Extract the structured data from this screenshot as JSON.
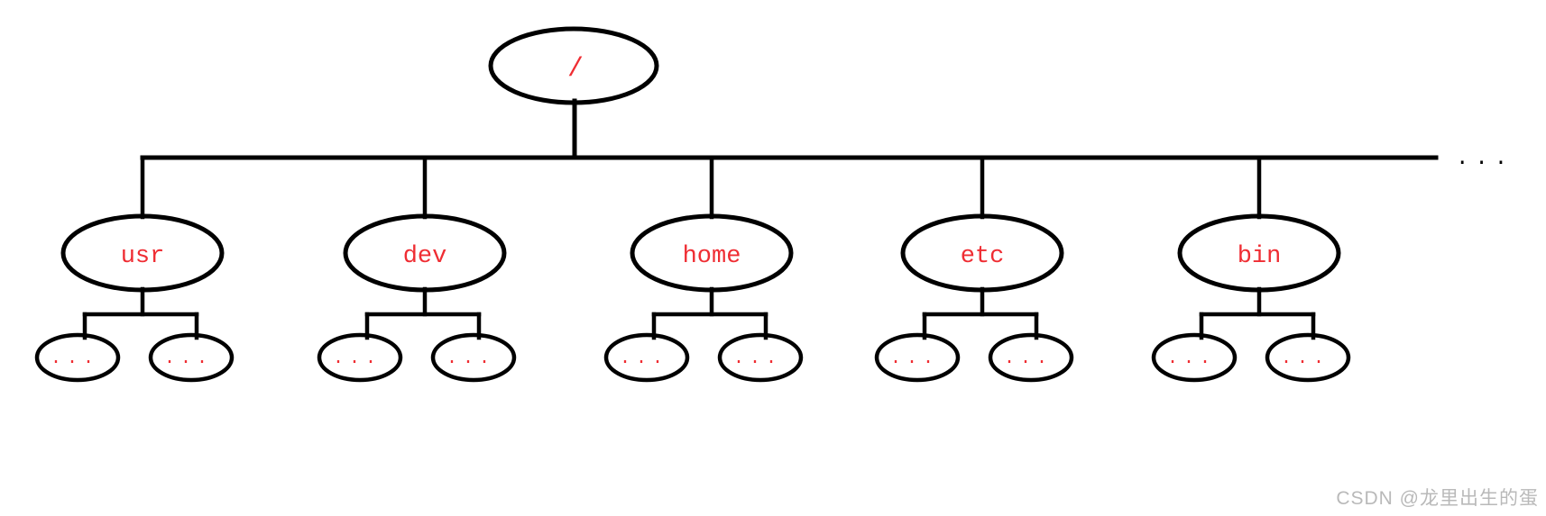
{
  "diagram": {
    "title_semantic": "linux-filesystem-tree",
    "root": {
      "label": "/"
    },
    "children": [
      {
        "label": "usr",
        "leaves": [
          "...",
          "..."
        ]
      },
      {
        "label": "dev",
        "leaves": [
          "...",
          "..."
        ]
      },
      {
        "label": "home",
        "leaves": [
          "...",
          "..."
        ]
      },
      {
        "label": "etc",
        "leaves": [
          "...",
          "..."
        ]
      },
      {
        "label": "bin",
        "leaves": [
          "...",
          "..."
        ]
      }
    ],
    "trunk_ellipsis": "...",
    "colors": {
      "line": "#000000",
      "label_red": "#ef2d33",
      "watermark_gray": "#b9b9b9",
      "background": "#ffffff"
    }
  },
  "watermark": {
    "text": "CSDN @龙里出生的蛋"
  }
}
